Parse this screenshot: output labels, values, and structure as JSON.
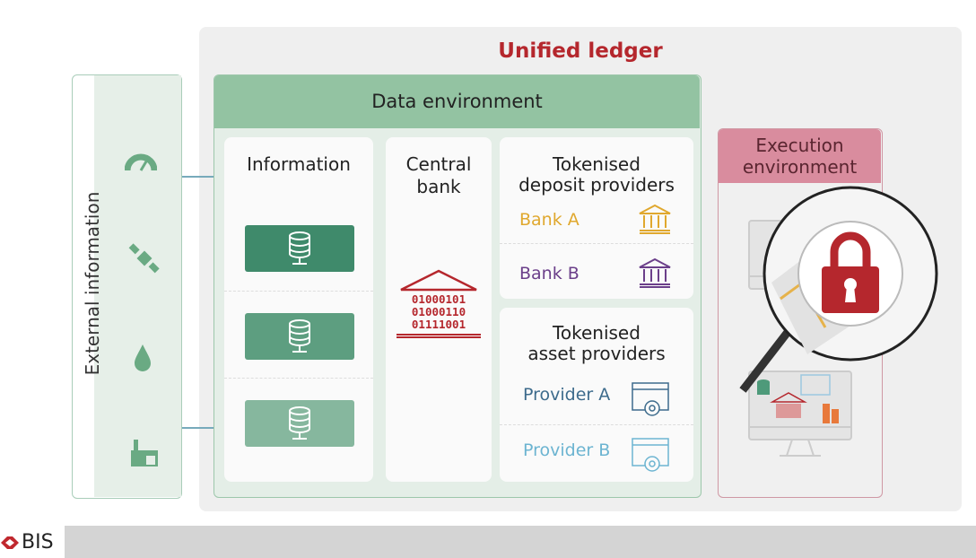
{
  "title": "Unified ledger",
  "external": {
    "label": "External information",
    "icons": [
      "gauge-icon",
      "satellite-icon",
      "water-drop-icon",
      "factory-icon"
    ]
  },
  "data_env": {
    "title": "Data environment",
    "information": {
      "title": "Information"
    },
    "central_bank": {
      "title_line1": "Central",
      "title_line2": "bank",
      "binary": [
        "01000101",
        "01000110",
        "01111001"
      ]
    },
    "deposit": {
      "title_line1": "Tokenised",
      "title_line2": "deposit providers",
      "items": [
        {
          "label": "Bank A",
          "color": "#e0a82e"
        },
        {
          "label": "Bank B",
          "color": "#6b3f8a"
        }
      ]
    },
    "asset": {
      "title_line1": "Tokenised",
      "title_line2": "asset providers",
      "items": [
        {
          "label": "Provider A",
          "color": "#3d6b8c"
        },
        {
          "label": "Provider B",
          "color": "#6cb4d1"
        }
      ]
    }
  },
  "exec_env": {
    "title_line1": "Execution",
    "title_line2": "environment"
  },
  "footer": {
    "logo": "BIS"
  },
  "colors": {
    "red": "#b5272d",
    "green": "#93c3a2",
    "pink": "#d98c9e"
  }
}
